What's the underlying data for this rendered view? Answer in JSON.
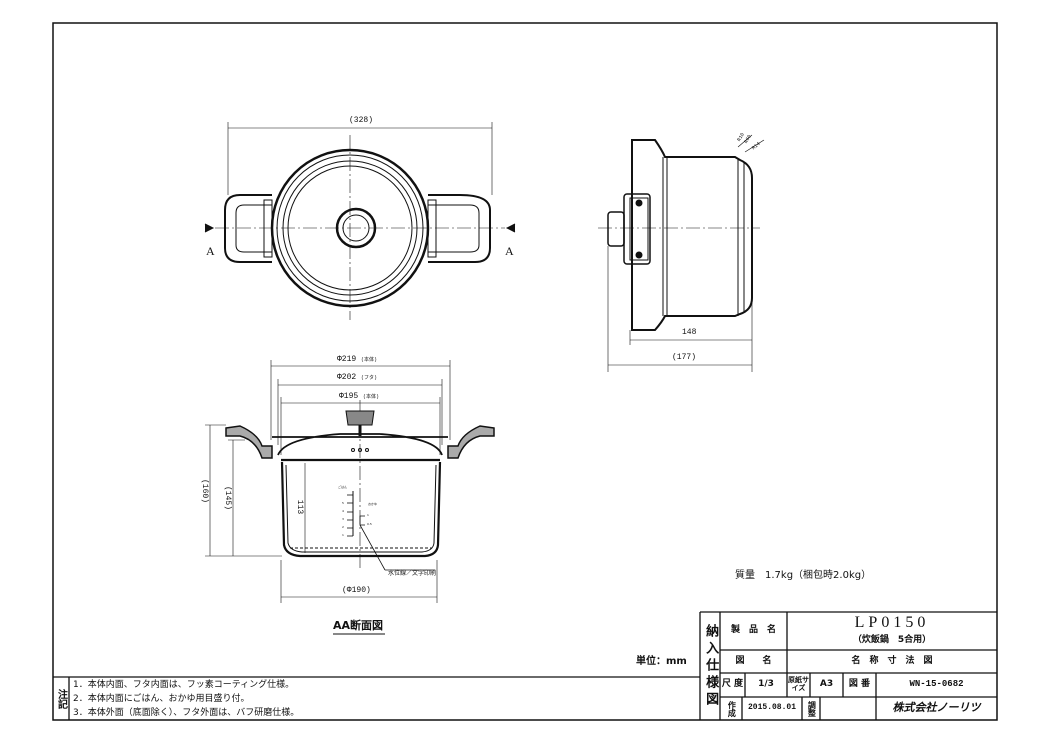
{
  "dimensions": {
    "top_width": "(328)",
    "section_label_left": "A",
    "section_label_right": "A",
    "side_r1": "R10",
    "side_r2": "R60",
    "side_r3": "R14",
    "side_depth": "148",
    "side_overall": "(177)",
    "dia_body_outer": "Φ219",
    "dia_body_outer_note": "(本体)",
    "dia_lid": "Φ202",
    "dia_lid_note": "(フタ)",
    "dia_body_inner": "Φ195",
    "dia_body_inner_note": "(本体)",
    "height_overall": "(160)",
    "height_body": "(145)",
    "inner_depth": "113",
    "dia_bottom": "(Φ190)"
  },
  "scale_marks": {
    "rice_label": "ごはん",
    "porridge_label": "おかゆ",
    "rice_levels": [
      "5",
      "4",
      "3",
      "2",
      "1"
    ],
    "porridge_levels": [
      "1",
      "0.5"
    ],
    "callout": "水位線／文字印刷"
  },
  "section_title": "AA断面図",
  "mass": "質量　1.7kg（梱包時2.0kg）",
  "unit": "単位：mm",
  "notes": {
    "label": "注記",
    "items": [
      "1．本体内面、フタ内面は、フッ素コーティング仕様。",
      "2．本体内面にごはん、おかゆ用目盛り付。",
      "3．本体外面（底面除く）、フタ外面は、バフ研磨仕様。"
    ]
  },
  "title_block": {
    "side_label": "納入仕様図",
    "product_name_label": "製　品　名",
    "product_code": "LP0150",
    "product_desc": "（炊飯鍋　5合用）",
    "drawing_name_label": "図　　名",
    "drawing_name": "名　称　寸　法　図",
    "scale_label": "尺 度",
    "scale": "1/3",
    "paper_size_label": "原紙サイズ",
    "paper_size": "A3",
    "drawing_no_label": "図 番",
    "drawing_no": "WN-15-0682",
    "created_label": "作成",
    "created_date": "2015.08.01",
    "adjusted_label": "調整",
    "adjusted_value": "",
    "company": "株式会社ノーリツ"
  }
}
